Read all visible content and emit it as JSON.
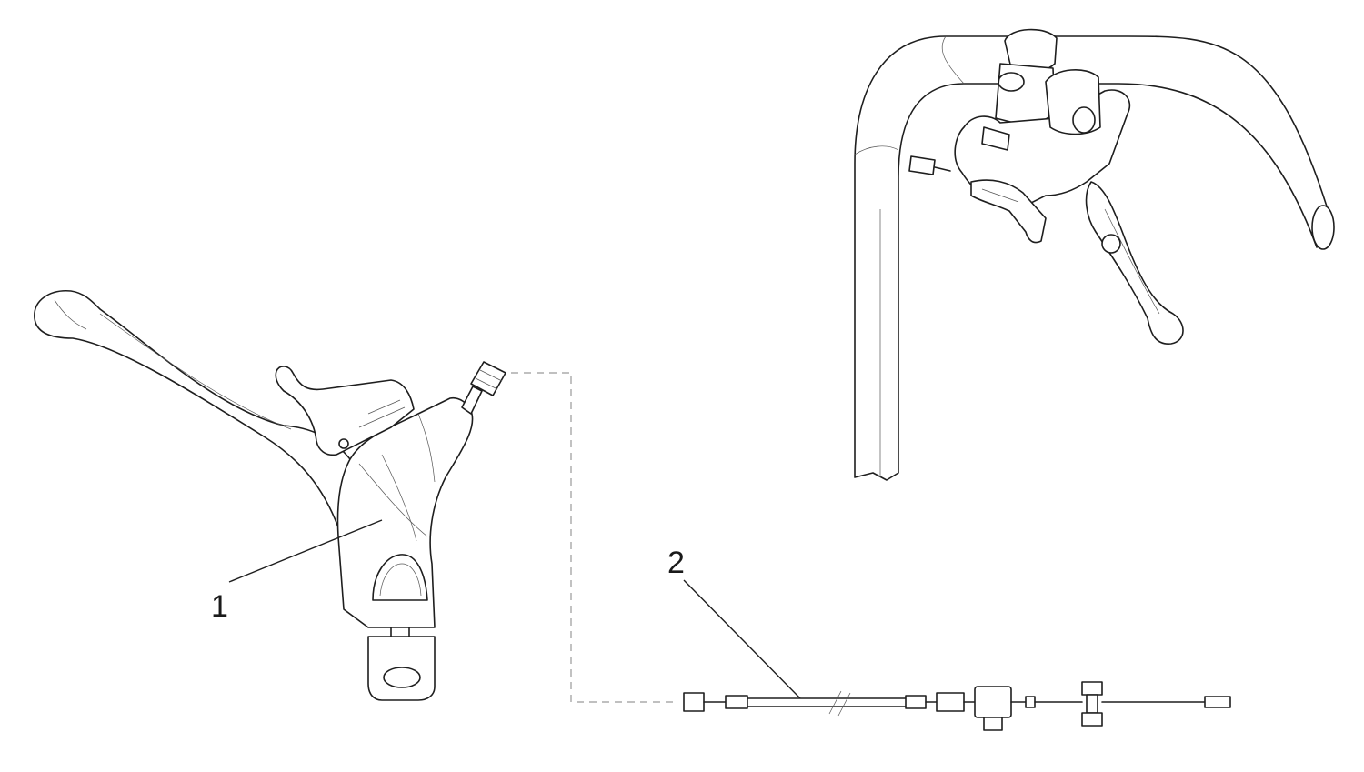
{
  "diagram": {
    "parts": [
      {
        "number": "1",
        "name": "brake-lever-assembly"
      },
      {
        "number": "2",
        "name": "brake-cable"
      }
    ],
    "views": [
      "exploded-parts-view",
      "assembled-handlebar-view"
    ]
  }
}
